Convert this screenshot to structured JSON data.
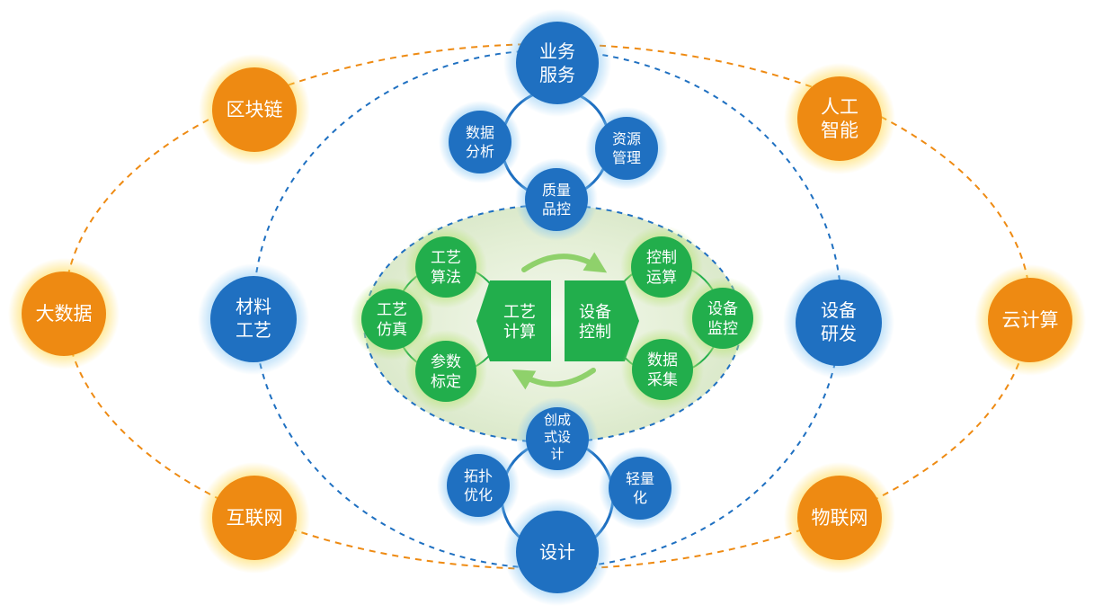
{
  "colors": {
    "orange": "#ee8a12",
    "blue": "#1f70c1",
    "green": "#22ae4c",
    "dark_green": "#0fa04a",
    "glow_orange": "#ffd84a",
    "glow_blue": "#7fc3f2",
    "glow_green": "#b9e37a",
    "dash_orange": "#ee8a12",
    "dash_blue": "#1f70c1",
    "core_fill": "#e4efd6"
  },
  "outer_ring": {
    "nodes": [
      {
        "id": "blockchain",
        "lines": [
          "区块链"
        ]
      },
      {
        "id": "ai",
        "lines": [
          "人工",
          "智能"
        ]
      },
      {
        "id": "big-data",
        "lines": [
          "大数据"
        ]
      },
      {
        "id": "cloud",
        "lines": [
          "云计算"
        ]
      },
      {
        "id": "internet",
        "lines": [
          "互联网"
        ]
      },
      {
        "id": "iot",
        "lines": [
          "物联网"
        ]
      }
    ]
  },
  "middle_ring": {
    "nodes": [
      {
        "id": "business-service",
        "lines": [
          "业务",
          "服务"
        ]
      },
      {
        "id": "material-process",
        "lines": [
          "材料",
          "工艺"
        ]
      },
      {
        "id": "equipment-rd",
        "lines": [
          "设备",
          "研发"
        ]
      },
      {
        "id": "design",
        "lines": [
          "设计"
        ]
      }
    ]
  },
  "top_cluster": {
    "nodes": [
      {
        "id": "data-analysis",
        "lines": [
          "数据",
          "分析"
        ]
      },
      {
        "id": "resource-mgmt",
        "lines": [
          "资源",
          "管理"
        ]
      },
      {
        "id": "quality-control",
        "lines": [
          "质量",
          "品控"
        ]
      }
    ]
  },
  "bottom_cluster": {
    "nodes": [
      {
        "id": "generative-design",
        "lines": [
          "创成",
          "式设",
          "计"
        ]
      },
      {
        "id": "topology-opt",
        "lines": [
          "拓扑",
          "优化"
        ]
      },
      {
        "id": "lightweight",
        "lines": [
          "轻量",
          "化"
        ]
      }
    ]
  },
  "core": {
    "left_hex": {
      "id": "process-calc",
      "lines": [
        "工艺",
        "计算"
      ]
    },
    "right_hex": {
      "id": "equipment-control",
      "lines": [
        "设备",
        "控制"
      ]
    },
    "left_nodes": [
      {
        "id": "process-algorithm",
        "lines": [
          "工艺",
          "算法"
        ]
      },
      {
        "id": "process-simulation",
        "lines": [
          "工艺",
          "仿真"
        ]
      },
      {
        "id": "param-calibration",
        "lines": [
          "参数",
          "标定"
        ]
      }
    ],
    "right_nodes": [
      {
        "id": "control-compute",
        "lines": [
          "控制",
          "运算"
        ]
      },
      {
        "id": "equipment-monitor",
        "lines": [
          "设备",
          "监控"
        ]
      },
      {
        "id": "data-acquisition",
        "lines": [
          "数据",
          "采集"
        ]
      }
    ]
  }
}
